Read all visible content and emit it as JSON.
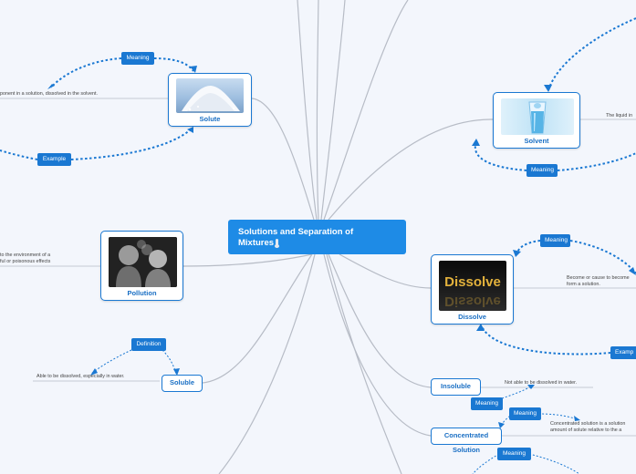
{
  "central": {
    "line1": "Solutions and Separation of",
    "line2": "Mixtures"
  },
  "nodes": {
    "solute": {
      "label": "Solute"
    },
    "solvent": {
      "label": "Solvent"
    },
    "pollution": {
      "label": "Pollution"
    },
    "dissolve": {
      "label": "Dissolve",
      "image_text": "Dissolve"
    },
    "soluble": {
      "label": "Soluble"
    },
    "insoluble": {
      "label": "Insoluble"
    },
    "concentrated": {
      "label": "Concentrated Solution"
    }
  },
  "tags": {
    "solute_meaning": "Meaning",
    "solute_example": "Example",
    "solvent_meaning": "Meaning",
    "dissolve_meaning": "Meaning",
    "dissolve_example": "Examp",
    "soluble_definition": "Definition",
    "insoluble_meaning": "Meaning",
    "concentrated_meaning": "Meaning",
    "bottom_meaning": "Meaning"
  },
  "notes": {
    "solute": "ponent in a solution, dissolved in the solvent.",
    "solvent": "The liquid in",
    "pollution_1": "to the environment of a",
    "pollution_2": "ful or poisonous effects",
    "dissolve_1": "Become or cause to become",
    "dissolve_2": "form a solution.",
    "soluble": "Able to be dissolved, especially in water.",
    "insoluble": "Not able to be dissolved in water.",
    "concentrated_1": "Concentrated solution is a solution",
    "concentrated_2": "amount of solute relative to the a"
  },
  "colors": {
    "background": "#f3f6fc",
    "accent": "#1a78d2",
    "central": "#1e8be6",
    "connector": "#b7bcc6"
  }
}
